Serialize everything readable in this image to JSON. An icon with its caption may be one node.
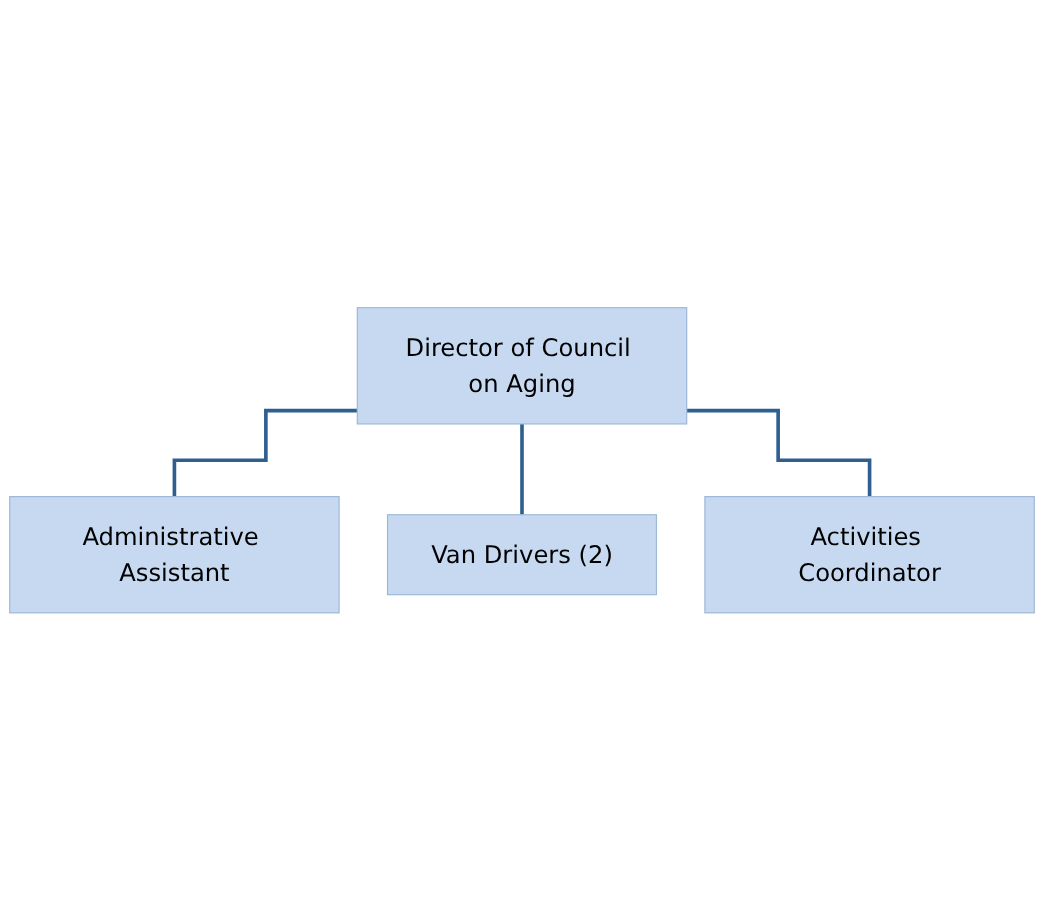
{
  "diagram": {
    "nodes": [
      {
        "text": [
          "Director of Council on Aging"
        ]
      },
      {
        "text": [
          "Administrative Assistant"
        ]
      },
      {
        "text": [
          "Van Drivers (2)"
        ]
      },
      {
        "text": [
          "Activities Coordinator"
        ]
      }
    ],
    "edges": [
      {
        "from": 0,
        "to": 1,
        "arrow": "none"
      },
      {
        "from": 0,
        "to": 2,
        "arrow": "none"
      },
      {
        "from": 0,
        "to": 3,
        "arrow": "none"
      }
    ]
  }
}
